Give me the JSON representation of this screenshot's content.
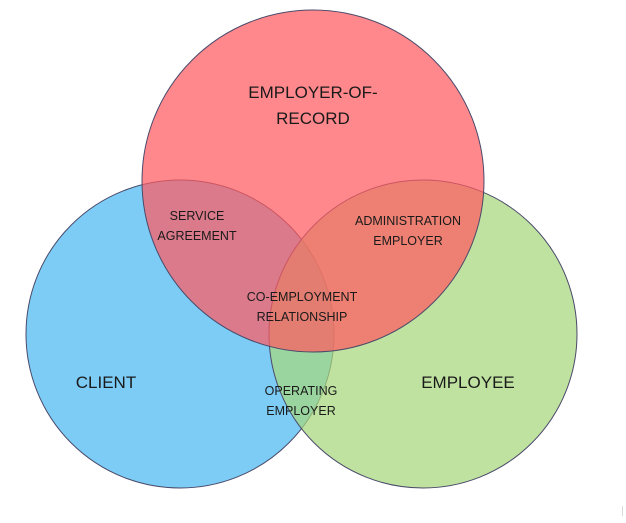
{
  "colors": {
    "record": "#ff5a5f",
    "client": "#49b9f2",
    "employee": "#a6d77b",
    "outline": "#4a4a6a"
  },
  "circles": {
    "record": {
      "line1": "EMPLOYER-OF-",
      "line2": "RECORD"
    },
    "client": {
      "label": "CLIENT"
    },
    "employee": {
      "label": "EMPLOYEE"
    }
  },
  "overlaps": {
    "service": {
      "line1": "SERVICE",
      "line2": "AGREEMENT"
    },
    "administration": {
      "line1": "ADMINISTRATION",
      "line2": "EMPLOYER"
    },
    "operating": {
      "line1": "OPERATING",
      "line2": "EMPLOYER"
    },
    "center": {
      "line1": "CO-EMPLOYMENT",
      "line2": "RELATIONSHIP"
    }
  }
}
